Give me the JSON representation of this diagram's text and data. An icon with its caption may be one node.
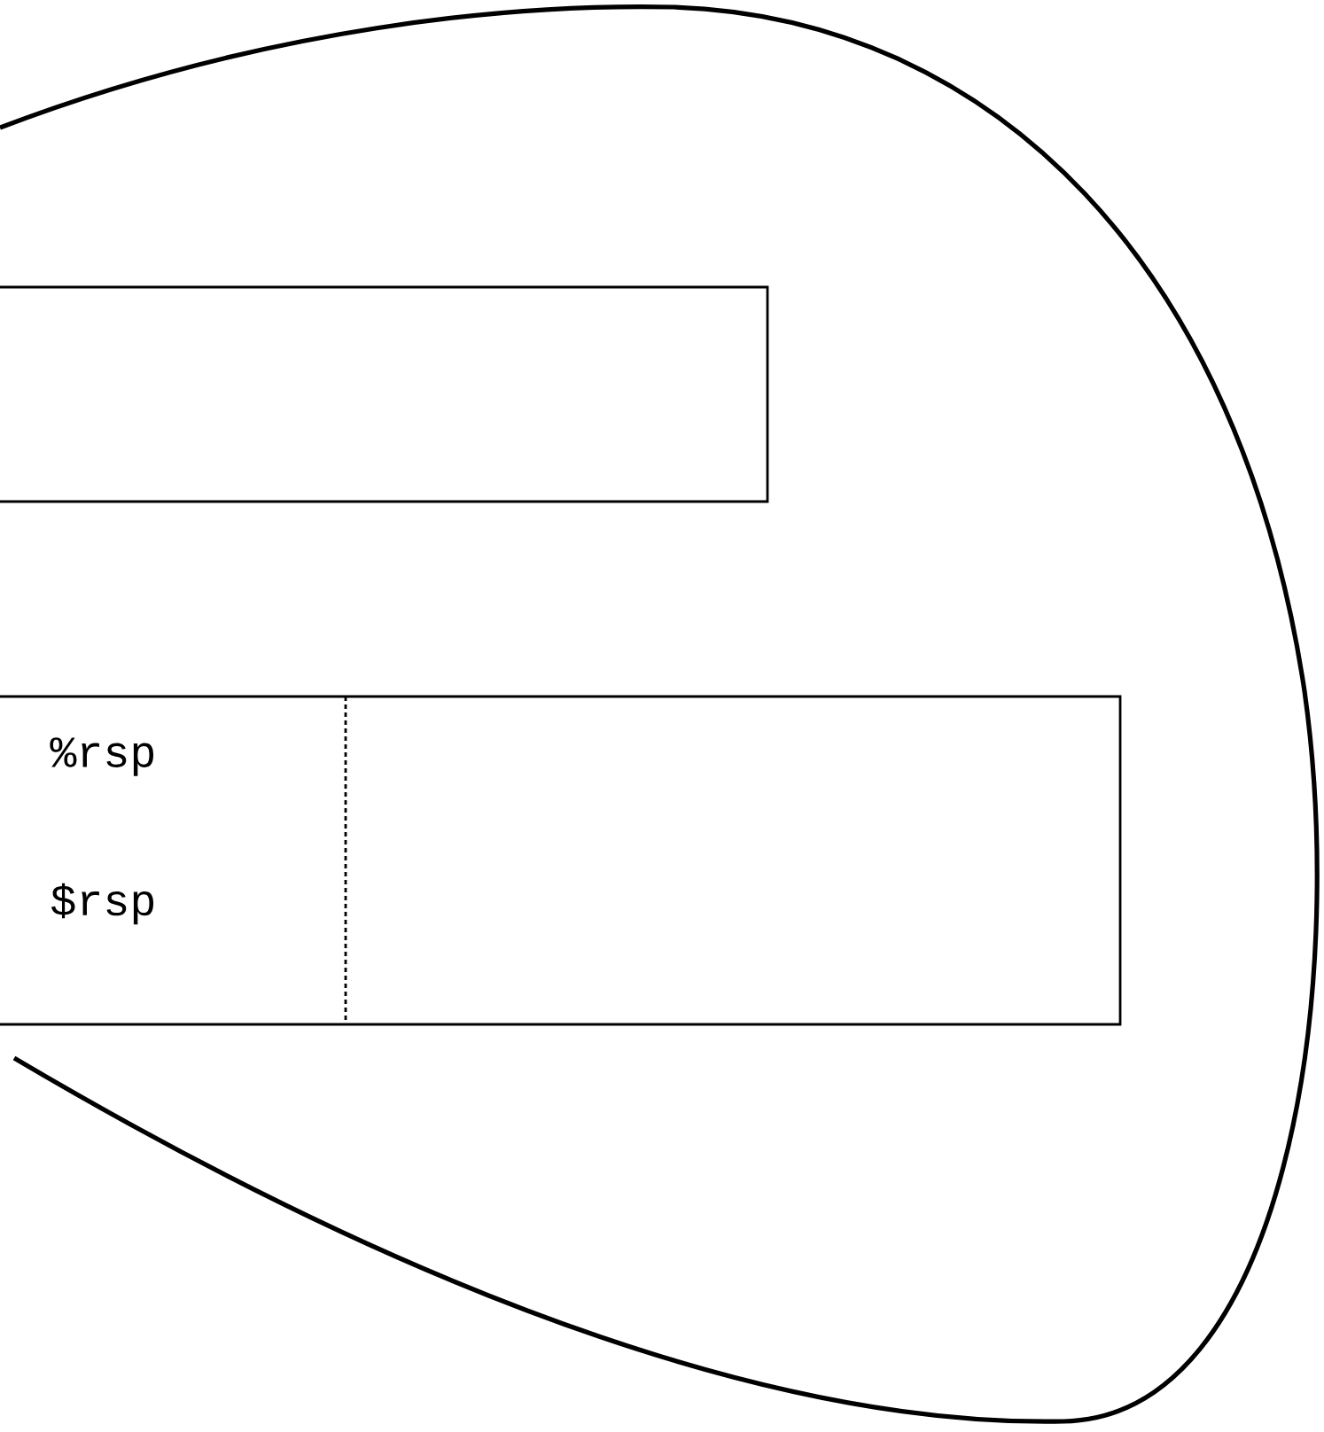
{
  "diagram": {
    "nodes": [
      {
        "text": [],
        "shape": "cloud"
      },
      {
        "text": [],
        "shape": "box",
        "in": 0
      },
      {
        "text": [
          "%rsp",
          "$rsp"
        ],
        "in": 0
      }
    ]
  }
}
